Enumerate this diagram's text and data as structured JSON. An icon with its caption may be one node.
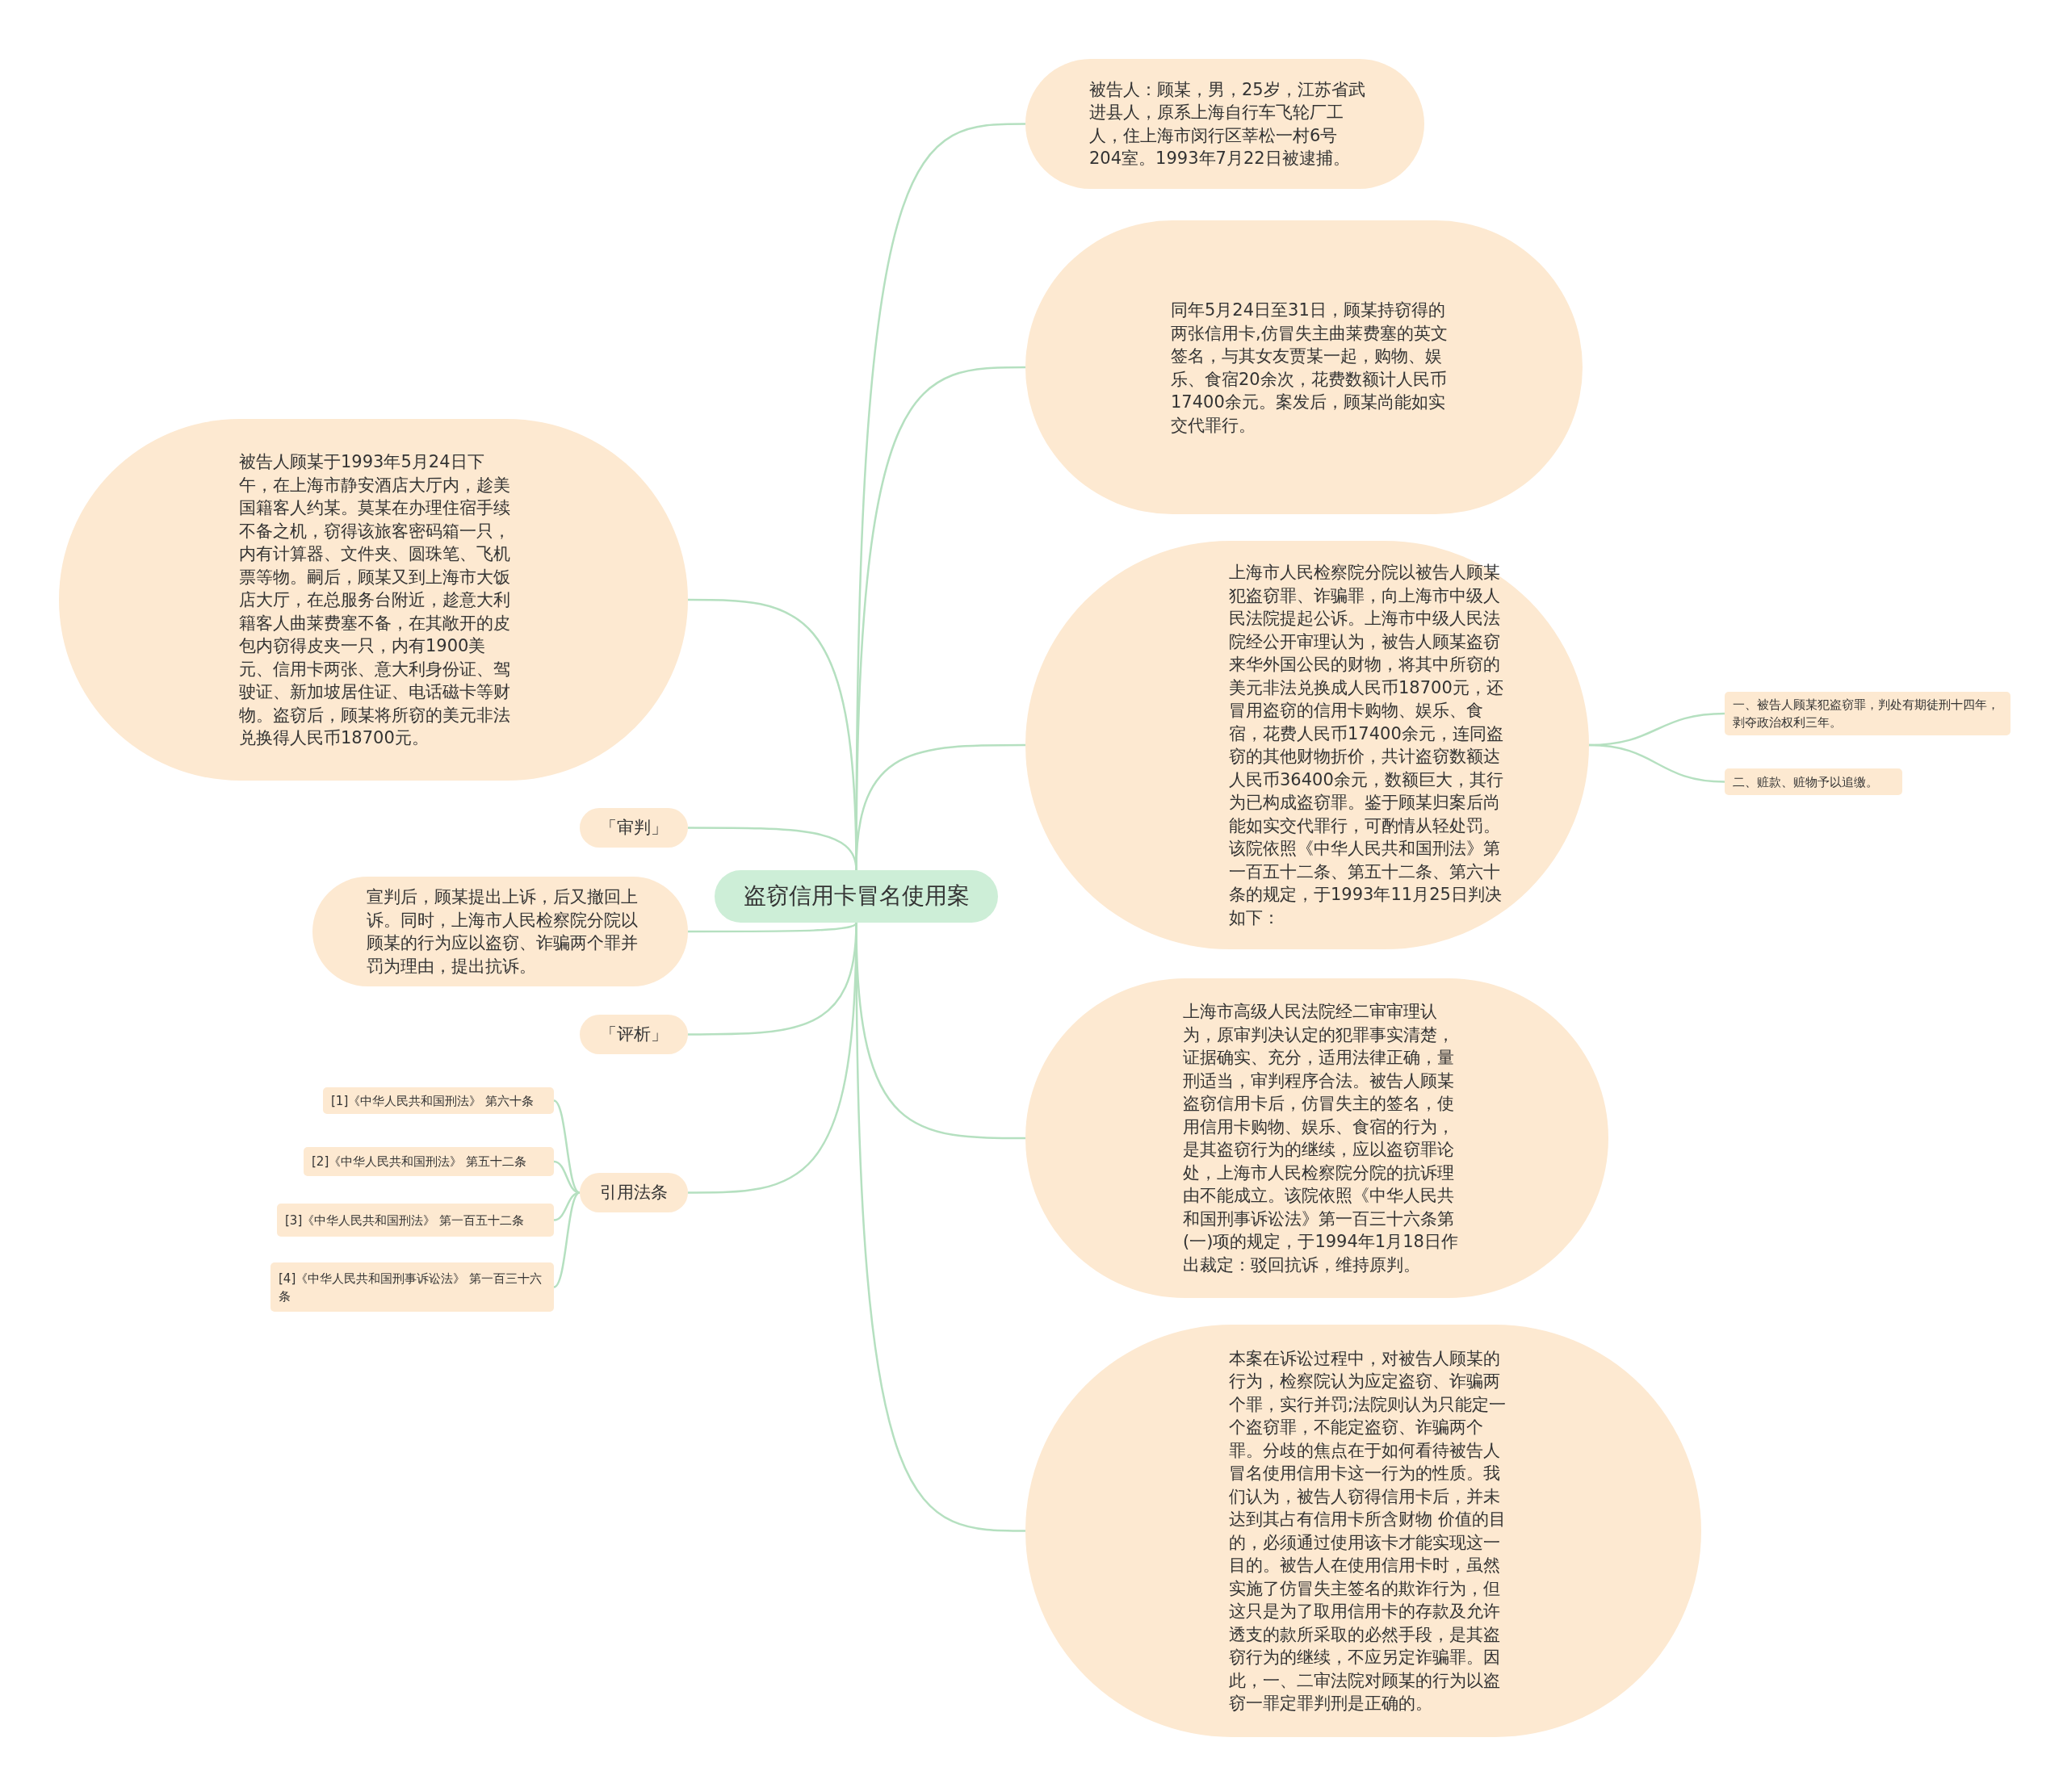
{
  "diagram": {
    "nodes": [
      {
        "text": [
          "盗窃信用卡冒名使用案"
        ]
      },
      {
        "text": [
          "被告人：顾某，男，25岁，江苏省武进县人，原系上海自行车飞轮厂工人，住上海市闵行区莘松一村6号204室。1993年7月22日被逮捕。"
        ]
      },
      {
        "text": [
          "同年5月24日至31日，顾某持窃得的两张信用卡,仿冒失主曲莱费塞的英文签名，与其女友贾某一起，购物、娱乐、食宿20余次，花费数额计人民币17400余元。案发后，顾某尚能如实交代罪行。"
        ]
      },
      {
        "text": [
          "上海市人民检察院分院以被告人顾某犯盗窃罪、诈骗罪，向上海市中级人民法院提起公诉。上海市中级人民法院经公开审理认为，被告人顾某盗窃来华外国公民的财物，将其中所窃的美元非法兑换成人民币18700元，还冒用盗窃的信用卡购物、娱乐、食宿，花费人民币17400余元，连同盗窃的其他财物折价，共计盗窃数额达人民币36400余元，数额巨大，其行为已构成盗窃罪。鉴于顾某归案后尚能如实交代罪行，可酌情从轻处罚。该院依照《中华人民共和国刑法》第一百五十二条、第五十二条、第六十条的规定，于1993年11月25日判决如下："
        ]
      },
      {
        "text": [
          "上海市高级人民法院经二审审理认为，原审判决认定的犯罪事实清楚，证据确实、充分，适用法律正确，量刑适当，审判程序合法。被告人顾某盗窃信用卡后，仿冒失主的签名，使用信用卡购物、娱乐、食宿的行为，是其盗窃行为的继续，应以盗窃罪论处，上海市人民检察院分院的抗诉理由不能成立。该院依照《中华人民共和国刑事诉讼法》第一百三十六条第(一)项的规定，于1994年1月18日作出裁定：驳回抗诉，维持原判。"
        ]
      },
      {
        "text": [
          "本案在诉讼过程中，对被告人顾某的行为，检察院认为应定盗窃、诈骗两个罪，实行并罚;法院则认为只能定一个盗窃罪，不能定盗窃、诈骗两个罪。分歧的焦点在于如何看待被告人冒名使用信用卡这一行为的性质。我们认为，被告人窃得信用卡后，并未达到其占有信用卡所含财物 价值的目的，必须通过使用该卡才能实现这一目的。被告人在使用信用卡时，虽然实施了仿冒失主签名的欺诈行为，但这只是为了取用信用卡的存款及允许透支的款所采取的必然手段，是其盗窃行为的继续，不应另定诈骗罪。因此，一、二审法院对顾某的行为以盗窃一罪定罪判刑是正确的。"
        ]
      },
      {
        "text": [
          "一、被告人顾某犯盗窃罪，判处有期徒刑十四年，剥夺政治权利三年。"
        ]
      },
      {
        "text": [
          "二、赃款、赃物予以追缴。"
        ]
      },
      {
        "text": [
          "被告人顾某于1993年5月24日下午，在上海市静安酒店大厅内，趁美国籍客人约某。莫某在办理住宿手续不备之机，窃得该旅客密码箱一只，内有计算器、文件夹、圆珠笔、飞机票等物。嗣后，顾某又到上海市大饭店大厅，在总服务台附近，趁意大利籍客人曲莱费塞不备，在其敞开的皮包内窃得皮夹一只，内有1900美元、信用卡两张、意大利身份证、驾驶证、新加坡居住证、电话磁卡等财物。盗窃后，顾某将所窃的美元非法兑换得人民币18700元。"
        ]
      },
      {
        "text": [
          "「审判」"
        ]
      },
      {
        "text": [
          "宣判后，顾某提出上诉，后又撤回上诉。同时，上海市人民检察院分院以顾某的行为应以盗窃、诈骗两个罪并罚为理由，提出抗诉。"
        ]
      },
      {
        "text": [
          "「评析」"
        ]
      },
      {
        "text": [
          "引用法条"
        ]
      },
      {
        "text": [
          "[1]《中华人民共和国刑法》 第六十条"
        ]
      },
      {
        "text": [
          "[2]《中华人民共和国刑法》 第五十二条"
        ]
      },
      {
        "text": [
          "[3]《中华人民共和国刑法》 第一百五十二条"
        ]
      },
      {
        "text": [
          "[4]《中华人民共和国刑事诉讼法》 第一百三十六条"
        ]
      }
    ],
    "edges": [
      {
        "from": 0,
        "to": 1,
        "arrow": "none"
      },
      {
        "from": 0,
        "to": 2,
        "arrow": "none"
      },
      {
        "from": 0,
        "to": 3,
        "arrow": "none"
      },
      {
        "from": 0,
        "to": 4,
        "arrow": "none"
      },
      {
        "from": 0,
        "to": 5,
        "arrow": "none"
      },
      {
        "from": 3,
        "to": 6,
        "arrow": "none"
      },
      {
        "from": 3,
        "to": 7,
        "arrow": "none"
      },
      {
        "from": 0,
        "to": 8,
        "arrow": "none"
      },
      {
        "from": 0,
        "to": 9,
        "arrow": "none"
      },
      {
        "from": 0,
        "to": 10,
        "arrow": "none"
      },
      {
        "from": 0,
        "to": 11,
        "arrow": "none"
      },
      {
        "from": 0,
        "to": 12,
        "arrow": "none"
      },
      {
        "from": 12,
        "to": 13,
        "arrow": "none"
      },
      {
        "from": 12,
        "to": 14,
        "arrow": "none"
      },
      {
        "from": 12,
        "to": 15,
        "arrow": "none"
      },
      {
        "from": 12,
        "to": 16,
        "arrow": "none"
      }
    ]
  }
}
